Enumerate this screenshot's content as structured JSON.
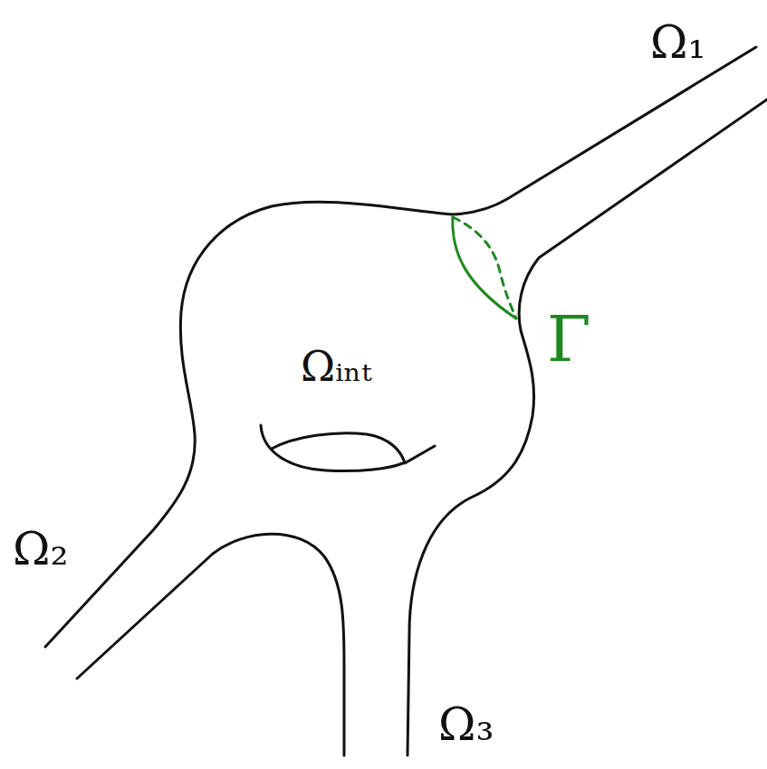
{
  "diagram": {
    "labels": [
      "Ω₁",
      "Ωᵢₙₜ",
      "Γ",
      "Ω₂",
      "Ω₃"
    ]
  }
}
